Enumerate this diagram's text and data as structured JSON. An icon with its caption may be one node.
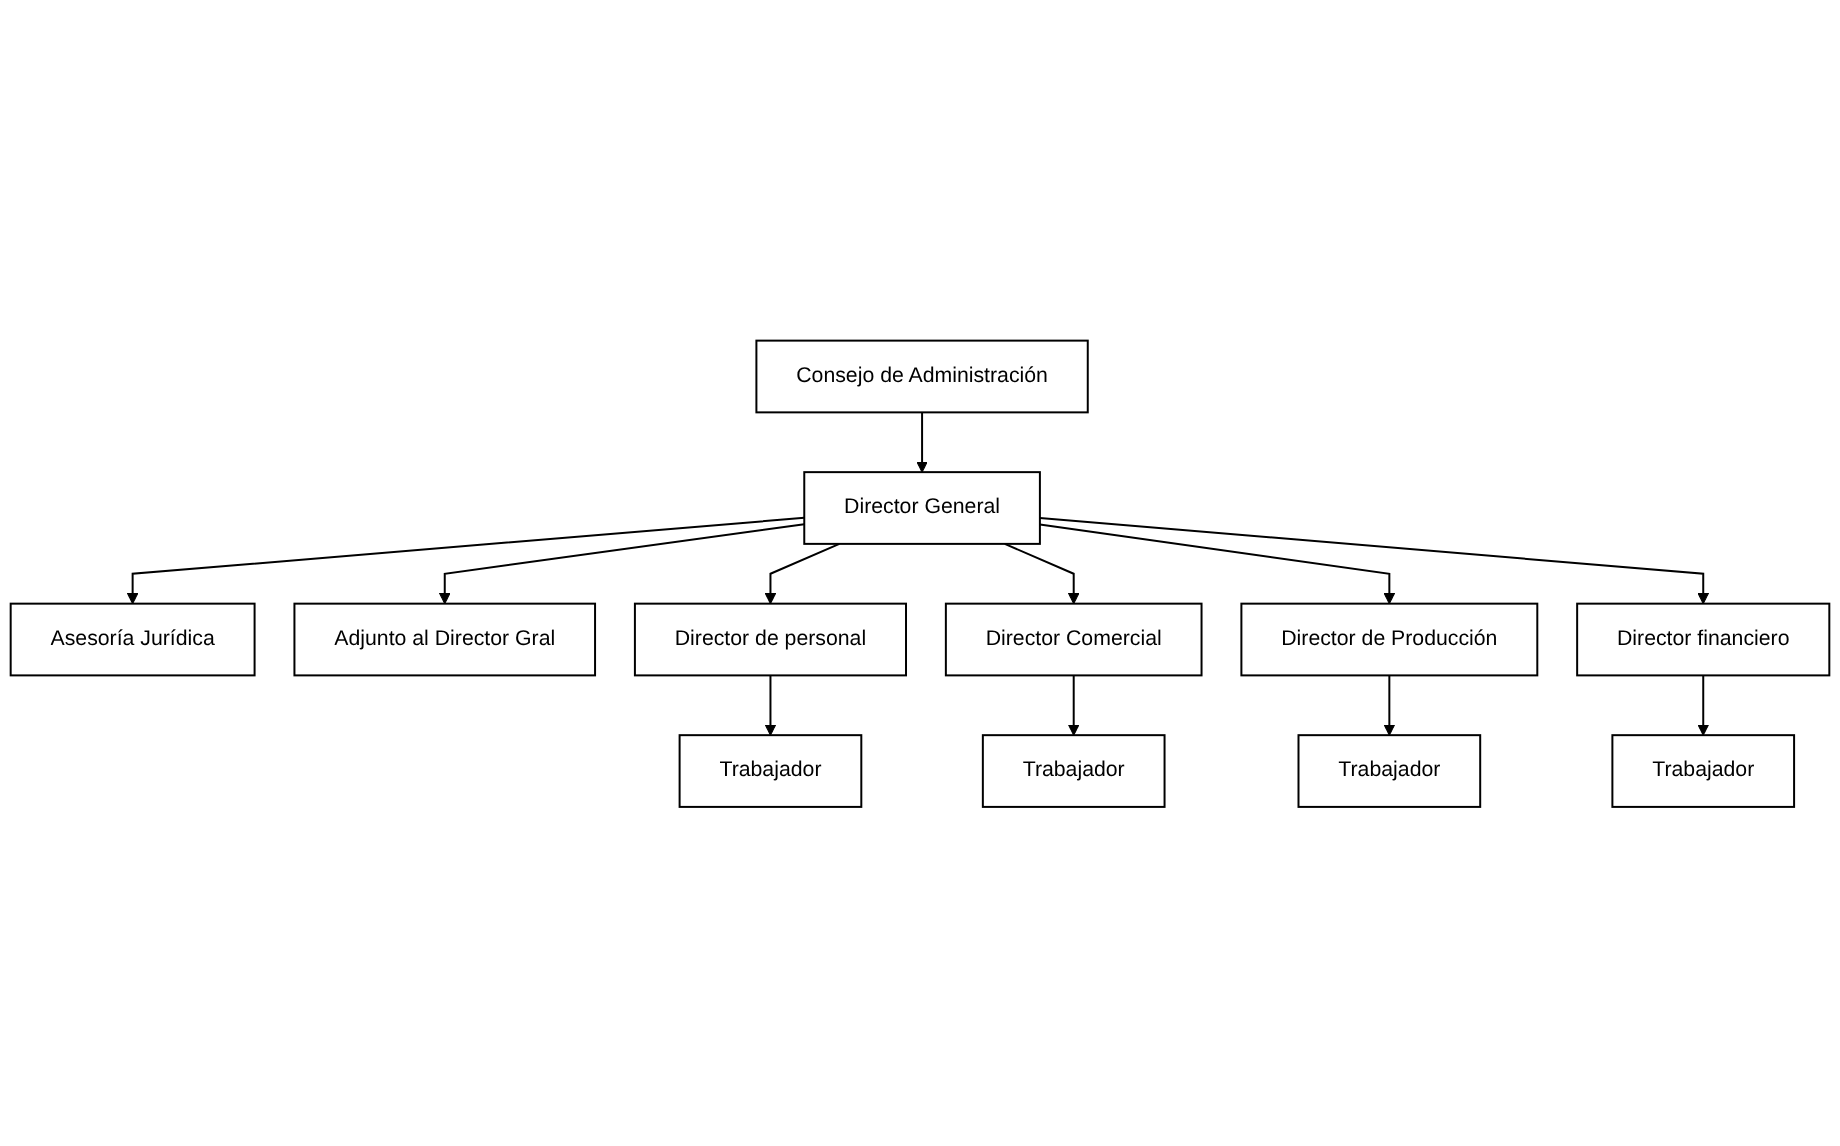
{
  "diagram": {
    "nodes": [
      {
        "text": [
          "Consejo de Administración"
        ]
      },
      {
        "text": [
          "Director General"
        ]
      },
      {
        "text": [
          "Asesoría Jurídica"
        ]
      },
      {
        "text": [
          "Adjunto al Director Gral"
        ]
      },
      {
        "text": [
          "Director de personal"
        ]
      },
      {
        "text": [
          "Director Comercial"
        ]
      },
      {
        "text": [
          "Director de Producción"
        ]
      },
      {
        "text": [
          "Director financiero"
        ]
      },
      {
        "text": [
          "Trabajador"
        ]
      },
      {
        "text": [
          "Trabajador"
        ]
      },
      {
        "text": [
          "Trabajador"
        ]
      },
      {
        "text": [
          "Trabajador"
        ]
      }
    ],
    "edges": [
      {
        "from": 0,
        "to": 1,
        "arrow": "to"
      },
      {
        "from": 1,
        "to": 2,
        "arrow": "to"
      },
      {
        "from": 1,
        "to": 3,
        "arrow": "to"
      },
      {
        "from": 1,
        "to": 4,
        "arrow": "to"
      },
      {
        "from": 1,
        "to": 5,
        "arrow": "to"
      },
      {
        "from": 1,
        "to": 6,
        "arrow": "to"
      },
      {
        "from": 1,
        "to": 7,
        "arrow": "to"
      },
      {
        "from": 4,
        "to": 8,
        "arrow": "to"
      },
      {
        "from": 5,
        "to": 9,
        "arrow": "to"
      },
      {
        "from": 6,
        "to": 10,
        "arrow": "to"
      },
      {
        "from": 7,
        "to": 11,
        "arrow": "to"
      }
    ]
  }
}
